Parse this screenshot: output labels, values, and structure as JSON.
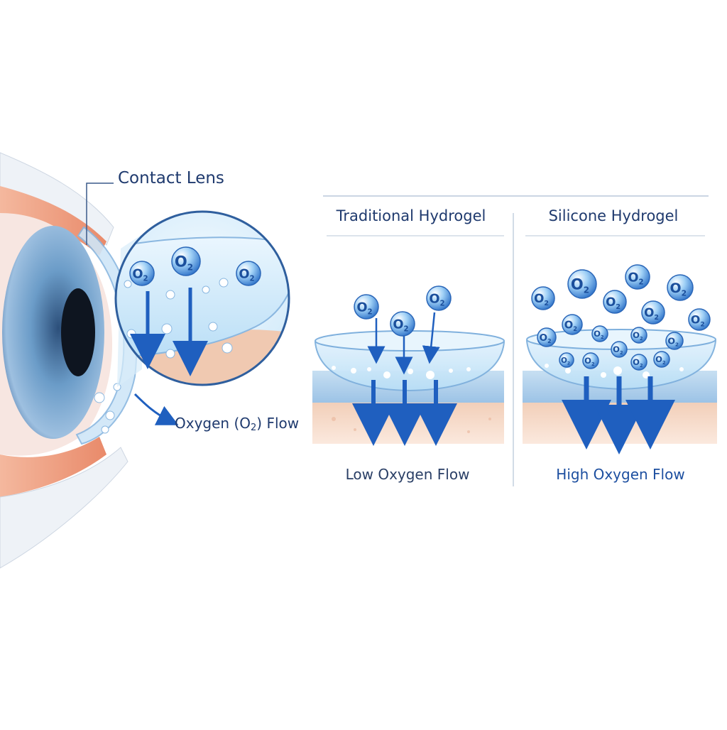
{
  "labels": {
    "contact_lens": "Contact Lens",
    "oxygen_flow_prefix": "Oxygen (O",
    "oxygen_flow_sub": "2",
    "oxygen_flow_suffix": ") Flow"
  },
  "comparison": {
    "left_title": "Traditional Hydrogel",
    "right_title": "Silicone Hydrogel",
    "left_caption": "Low Oxygen Flow",
    "right_caption": "High Oxygen Flow"
  },
  "molecule": {
    "text": "O",
    "sub": "2"
  },
  "colors": {
    "accent": "#1f5fbf",
    "text": "#1f3a6e",
    "lens": "#bfe0f7",
    "tissue": "#f6d9c6",
    "iris": "#6b9cc8"
  }
}
